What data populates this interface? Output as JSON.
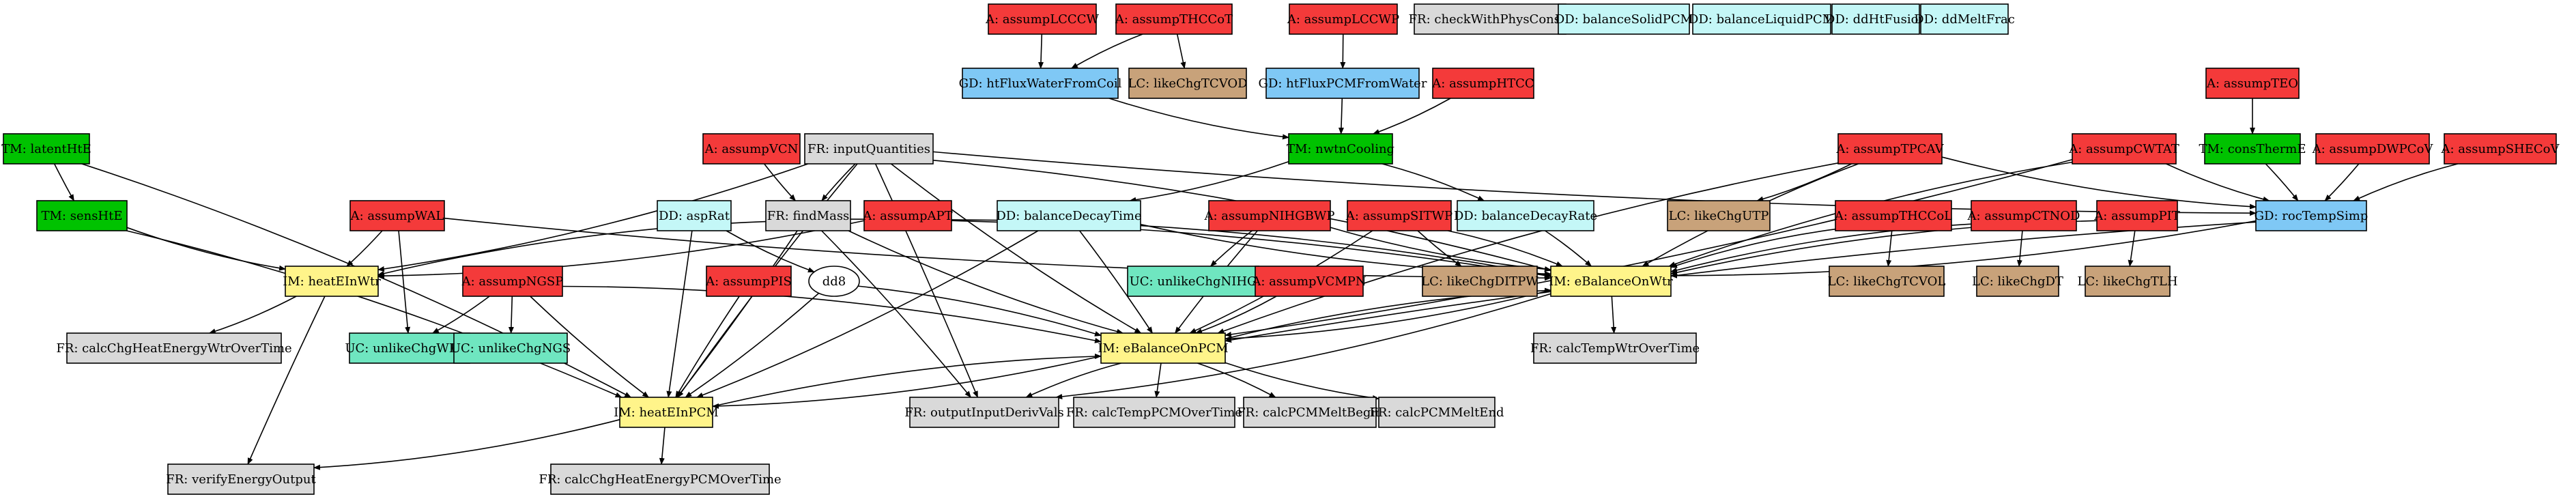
{
  "colors": {
    "A": "#f43a3a",
    "TM": "#00c200",
    "GD": "#7fc8f5",
    "IM": "#fff48a",
    "LC": "#c8a27a",
    "UC": "#6fe6c0",
    "DD": "#c4f7f7",
    "FR": "#d9d9d9",
    "dd8": "#ffffff"
  },
  "nodes": {
    "assumpLCCCW": {
      "label": "A: assumpLCCCW",
      "kind": "A"
    },
    "assumpTHCCoT": {
      "label": "A: assumpTHCCoT",
      "kind": "A"
    },
    "assumpLCCWP": {
      "label": "A: assumpLCCWP",
      "kind": "A"
    },
    "checkWithPhysConsts": {
      "label": "FR: checkWithPhysConsts",
      "kind": "FR"
    },
    "balanceSolidPCM": {
      "label": "DD: balanceSolidPCM",
      "kind": "DD"
    },
    "balanceLiquidPCM": {
      "label": "DD: balanceLiquidPCM",
      "kind": "DD"
    },
    "ddHtFusion": {
      "label": "DD: ddHtFusion",
      "kind": "DD"
    },
    "ddMeltFrac": {
      "label": "DD: ddMeltFrac",
      "kind": "DD"
    },
    "htFluxWaterFromCoil": {
      "label": "GD: htFluxWaterFromCoil",
      "kind": "GD"
    },
    "likeChgTCVOD": {
      "label": "LC: likeChgTCVOD",
      "kind": "LC"
    },
    "htFluxPCMFromWater": {
      "label": "GD: htFluxPCMFromWater",
      "kind": "GD"
    },
    "assumpHTCC": {
      "label": "A: assumpHTCC",
      "kind": "A"
    },
    "assumpTEO": {
      "label": "A: assumpTEO",
      "kind": "A"
    },
    "latentHtE": {
      "label": "TM: latentHtE",
      "kind": "TM"
    },
    "assumpVCN": {
      "label": "A: assumpVCN",
      "kind": "A"
    },
    "inputQuantities": {
      "label": "FR: inputQuantities",
      "kind": "FR"
    },
    "nwtnCooling": {
      "label": "TM: nwtnCooling",
      "kind": "TM"
    },
    "assumpTPCAV": {
      "label": "A: assumpTPCAV",
      "kind": "A"
    },
    "assumpCWTAT": {
      "label": "A: assumpCWTAT",
      "kind": "A"
    },
    "consThermE": {
      "label": "TM: consThermE",
      "kind": "TM"
    },
    "assumpDWPCoV": {
      "label": "A: assumpDWPCoV",
      "kind": "A"
    },
    "assumpSHECoV": {
      "label": "A: assumpSHECoV",
      "kind": "A"
    },
    "sensHtE": {
      "label": "TM: sensHtE",
      "kind": "TM"
    },
    "assumpWAL": {
      "label": "A: assumpWAL",
      "kind": "A"
    },
    "aspRat": {
      "label": "DD: aspRat",
      "kind": "DD"
    },
    "findMass": {
      "label": "FR: findMass",
      "kind": "FR"
    },
    "assumpAPT": {
      "label": "A: assumpAPT",
      "kind": "A"
    },
    "balanceDecayTime": {
      "label": "DD: balanceDecayTime",
      "kind": "DD"
    },
    "assumpNIHGBWP": {
      "label": "A: assumpNIHGBWP",
      "kind": "A"
    },
    "assumpSITWP": {
      "label": "A: assumpSITWP",
      "kind": "A"
    },
    "balanceDecayRate": {
      "label": "DD: balanceDecayRate",
      "kind": "DD"
    },
    "likeChgUTP": {
      "label": "LC: likeChgUTP",
      "kind": "LC"
    },
    "assumpTHCCoL": {
      "label": "A: assumpTHCCoL",
      "kind": "A"
    },
    "assumpCTNOD": {
      "label": "A: assumpCTNOD",
      "kind": "A"
    },
    "assumpPIT": {
      "label": "A: assumpPIT",
      "kind": "A"
    },
    "rocTempSimp": {
      "label": "GD: rocTempSimp",
      "kind": "GD"
    },
    "heatEInWtr": {
      "label": "IM: heatEInWtr",
      "kind": "IM"
    },
    "assumpNGSP": {
      "label": "A: assumpNGSP",
      "kind": "A"
    },
    "dd8": {
      "label": "dd8",
      "kind": "dd8"
    },
    "unlikeChgNIHG": {
      "label": "UC: unlikeChgNIHG",
      "kind": "UC"
    },
    "likeChgDITPW": {
      "label": "LC: likeChgDITPW",
      "kind": "LC"
    },
    "eBalanceOnWtr": {
      "label": "IM: eBalanceOnWtr",
      "kind": "IM"
    },
    "likeChgTCVOL": {
      "label": "LC: likeChgTCVOL",
      "kind": "LC"
    },
    "likeChgDT": {
      "label": "LC: likeChgDT",
      "kind": "LC"
    },
    "likeChgTLH": {
      "label": "LC: likeChgTLH",
      "kind": "LC"
    },
    "calcChgHeatEnergyWtrOverTime": {
      "label": "FR: calcChgHeatEnergyWtrOverTime",
      "kind": "FR"
    },
    "unlikeChgWPFS": {
      "label": "UC: unlikeChgWPFS",
      "kind": "UC"
    },
    "unlikeChgNGS": {
      "label": "UC: unlikeChgNGS",
      "kind": "UC"
    },
    "assumpPIS": {
      "label": "A: assumpPIS",
      "kind": "A"
    },
    "assumpVCMPN": {
      "label": "A: assumpVCMPN",
      "kind": "A"
    },
    "calcTempWtrOverTime": {
      "label": "FR: calcTempWtrOverTime",
      "kind": "FR"
    },
    "eBalanceOnPCM": {
      "label": "IM: eBalanceOnPCM",
      "kind": "IM"
    },
    "heatEInPCM": {
      "label": "IM: heatEInPCM",
      "kind": "IM"
    },
    "outputInputDerivVals": {
      "label": "FR: outputInputDerivVals",
      "kind": "FR"
    },
    "calcTempPCMOverTime": {
      "label": "FR: calcTempPCMOverTime",
      "kind": "FR"
    },
    "calcPCMMeltBegin": {
      "label": "FR: calcPCMMeltBegin",
      "kind": "FR"
    },
    "calcPCMMeltEnd": {
      "label": "FR: calcPCMMeltEnd",
      "kind": "FR"
    },
    "verifyEnergyOutput": {
      "label": "FR: verifyEnergyOutput",
      "kind": "FR"
    },
    "calcChgHeatEnergyPCMOverTime": {
      "label": "FR: calcChgHeatEnergyPCMOverTime",
      "kind": "FR"
    }
  },
  "edges": [
    [
      "assumpLCCCW",
      "htFluxWaterFromCoil"
    ],
    [
      "assumpTHCCoT",
      "htFluxWaterFromCoil"
    ],
    [
      "assumpTHCCoT",
      "likeChgTCVOD"
    ],
    [
      "assumpLCCWP",
      "htFluxPCMFromWater"
    ],
    [
      "htFluxWaterFromCoil",
      "nwtnCooling"
    ],
    [
      "htFluxPCMFromWater",
      "nwtnCooling"
    ],
    [
      "assumpHTCC",
      "nwtnCooling"
    ],
    [
      "assumpTEO",
      "consThermE"
    ],
    [
      "nwtnCooling",
      "balanceDecayTime"
    ],
    [
      "nwtnCooling",
      "balanceDecayRate"
    ],
    [
      "latentHtE",
      "sensHtE"
    ],
    [
      "latentHtE",
      "heatEInPCM"
    ],
    [
      "sensHtE",
      "heatEInWtr"
    ],
    [
      "sensHtE",
      "heatEInPCM"
    ],
    [
      "assumpVCN",
      "findMass"
    ],
    [
      "inputQuantities",
      "findMass"
    ],
    [
      "inputQuantities",
      "heatEInWtr"
    ],
    [
      "inputQuantities",
      "heatEInPCM"
    ],
    [
      "inputQuantities",
      "eBalanceOnPCM"
    ],
    [
      "inputQuantities",
      "eBalanceOnWtr"
    ],
    [
      "inputQuantities",
      "rocTempSimp"
    ],
    [
      "inputQuantities",
      "outputInputDerivVals"
    ],
    [
      "assumpTPCAV",
      "likeChgUTP"
    ],
    [
      "assumpTPCAV",
      "eBalanceOnWtr"
    ],
    [
      "assumpTPCAV",
      "rocTempSimp"
    ],
    [
      "assumpTPCAV",
      "eBalanceOnPCM"
    ],
    [
      "assumpCWTAT",
      "rocTempSimp"
    ],
    [
      "assumpCWTAT",
      "eBalanceOnWtr"
    ],
    [
      "assumpCWTAT",
      "eBalanceOnPCM"
    ],
    [
      "consThermE",
      "rocTempSimp"
    ],
    [
      "assumpDWPCoV",
      "rocTempSimp"
    ],
    [
      "assumpSHECoV",
      "rocTempSimp"
    ],
    [
      "rocTempSimp",
      "eBalanceOnWtr"
    ],
    [
      "rocTempSimp",
      "eBalanceOnPCM"
    ],
    [
      "assumpWAL",
      "heatEInWtr"
    ],
    [
      "assumpWAL",
      "unlikeChgWPFS"
    ],
    [
      "assumpWAL",
      "eBalanceOnWtr"
    ],
    [
      "aspRat",
      "heatEInPCM"
    ],
    [
      "aspRat",
      "dd8"
    ],
    [
      "findMass",
      "heatEInWtr"
    ],
    [
      "findMass",
      "heatEInPCM"
    ],
    [
      "findMass",
      "eBalanceOnWtr"
    ],
    [
      "findMass",
      "eBalanceOnPCM"
    ],
    [
      "findMass",
      "outputInputDerivVals"
    ],
    [
      "assumpAPT",
      "heatEInWtr"
    ],
    [
      "assumpAPT",
      "eBalanceOnWtr"
    ],
    [
      "balanceDecayTime",
      "eBalanceOnWtr"
    ],
    [
      "balanceDecayTime",
      "eBalanceOnPCM"
    ],
    [
      "balanceDecayTime",
      "heatEInPCM"
    ],
    [
      "assumpNIHGBWP",
      "unlikeChgNIHG"
    ],
    [
      "assumpNIHGBWP",
      "eBalanceOnWtr"
    ],
    [
      "assumpNIHGBWP",
      "eBalanceOnPCM"
    ],
    [
      "assumpSITWP",
      "likeChgDITPW"
    ],
    [
      "assumpSITWP",
      "eBalanceOnWtr"
    ],
    [
      "assumpSITWP",
      "eBalanceOnPCM"
    ],
    [
      "balanceDecayRate",
      "eBalanceOnWtr"
    ],
    [
      "assumpTHCCoL",
      "likeChgTCVOL"
    ],
    [
      "assumpTHCCoL",
      "eBalanceOnWtr"
    ],
    [
      "assumpCTNOD",
      "likeChgDT"
    ],
    [
      "assumpCTNOD",
      "eBalanceOnWtr"
    ],
    [
      "assumpPIT",
      "likeChgTLH"
    ],
    [
      "assumpPIT",
      "eBalanceOnWtr"
    ],
    [
      "heatEInWtr",
      "calcChgHeatEnergyWtrOverTime"
    ],
    [
      "heatEInWtr",
      "verifyEnergyOutput"
    ],
    [
      "assumpNGSP",
      "unlikeChgWPFS"
    ],
    [
      "assumpNGSP",
      "unlikeChgNGS"
    ],
    [
      "assumpNGSP",
      "heatEInPCM"
    ],
    [
      "assumpNGSP",
      "eBalanceOnPCM"
    ],
    [
      "dd8",
      "heatEInPCM"
    ],
    [
      "dd8",
      "eBalanceOnPCM"
    ],
    [
      "eBalanceOnWtr",
      "eBalanceOnPCM"
    ],
    [
      "eBalanceOnWtr",
      "calcTempWtrOverTime"
    ],
    [
      "eBalanceOnWtr",
      "outputInputDerivVals"
    ],
    [
      "assumpPIS",
      "heatEInPCM"
    ],
    [
      "assumpVCMPN",
      "eBalanceOnPCM"
    ],
    [
      "eBalanceOnPCM",
      "eBalanceOnWtr"
    ],
    [
      "eBalanceOnPCM",
      "heatEInPCM"
    ],
    [
      "eBalanceOnPCM",
      "outputInputDerivVals"
    ],
    [
      "eBalanceOnPCM",
      "calcTempPCMOverTime"
    ],
    [
      "eBalanceOnPCM",
      "calcPCMMeltBegin"
    ],
    [
      "eBalanceOnPCM",
      "calcPCMMeltEnd"
    ],
    [
      "heatEInPCM",
      "eBalanceOnPCM"
    ],
    [
      "heatEInPCM",
      "verifyEnergyOutput"
    ],
    [
      "heatEInPCM",
      "calcChgHeatEnergyPCMOverTime"
    ]
  ]
}
